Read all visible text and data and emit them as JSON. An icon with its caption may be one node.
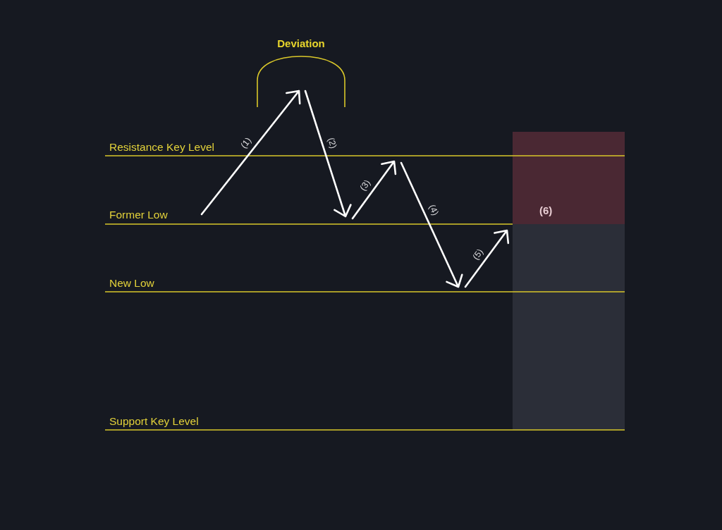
{
  "diagram": {
    "nodes": [
      {
        "text": [
          "(6)"
        ]
      },
      {
        "text": [],
        "shape": "box"
      }
    ],
    "labels": [
      "Deviation",
      "Resistance Key Level",
      "(1)",
      "(2)",
      "(3)",
      "Former Low",
      "(4)",
      "(5)",
      "New Low",
      "Support Key Level"
    ]
  }
}
